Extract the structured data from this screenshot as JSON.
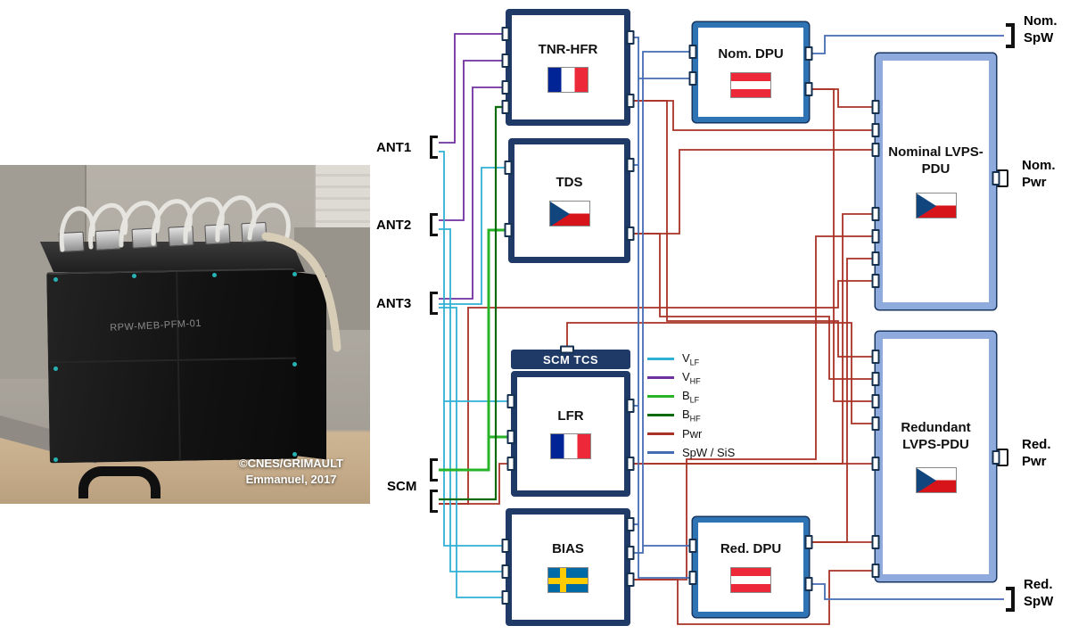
{
  "photo": {
    "credit_line1": "©CNES/GRIMAULT",
    "credit_line2": "Emmanuel, 2017",
    "device_label": "RPW-MEB-PFM-01"
  },
  "diagram": {
    "palette": {
      "box_navy": "#1F3A67",
      "dpu_blue": "#2E74B5",
      "lvps_blue": "#8FAADC"
    },
    "boxes": [
      {
        "id": "tnr_hfr",
        "label": "TNR-HFR",
        "flag": "fr"
      },
      {
        "id": "tds",
        "label": "TDS",
        "flag": "cz"
      },
      {
        "id": "scm_tcs",
        "label": "SCM TCS",
        "flag": ""
      },
      {
        "id": "lfr",
        "label": "LFR",
        "flag": "fr"
      },
      {
        "id": "bias",
        "label": "BIAS",
        "flag": "se"
      },
      {
        "id": "nom_dpu",
        "label": "Nom. DPU",
        "flag": "at"
      },
      {
        "id": "red_dpu",
        "label": "Red. DPU",
        "flag": "at"
      },
      {
        "id": "nom_lvps",
        "label": "Nominal LVPS-PDU",
        "flag": "cz"
      },
      {
        "id": "red_lvps",
        "label": "Redundant LVPS-PDU",
        "flag": "cz"
      }
    ],
    "external_ports": {
      "ant1": "ANT1",
      "ant2": "ANT2",
      "ant3": "ANT3",
      "scm": "SCM",
      "nom_spw_l1": "Nom.",
      "nom_spw_l2": "SpW",
      "nom_pwr_l1": "Nom.",
      "nom_pwr_l2": "Pwr",
      "red_pwr_l1": "Red.",
      "red_pwr_l2": "Pwr",
      "red_spw_l1": "Red.",
      "red_spw_l2": "SpW"
    },
    "legend": [
      {
        "key": "vlf",
        "label": "V",
        "sub": "LF",
        "color": "#31B0D5"
      },
      {
        "key": "vhf",
        "label": "V",
        "sub": "HF",
        "color": "#7030A0"
      },
      {
        "key": "blf",
        "label": "B",
        "sub": "LF",
        "color": "#28B428"
      },
      {
        "key": "bhf",
        "label": "B",
        "sub": "HF",
        "color": "#0B6B0B"
      },
      {
        "key": "pwr",
        "label": "Pwr",
        "sub": "",
        "color": "#A93226"
      },
      {
        "key": "spw",
        "label": "SpW / SiS",
        "sub": "",
        "color": "#446CB3"
      }
    ]
  }
}
